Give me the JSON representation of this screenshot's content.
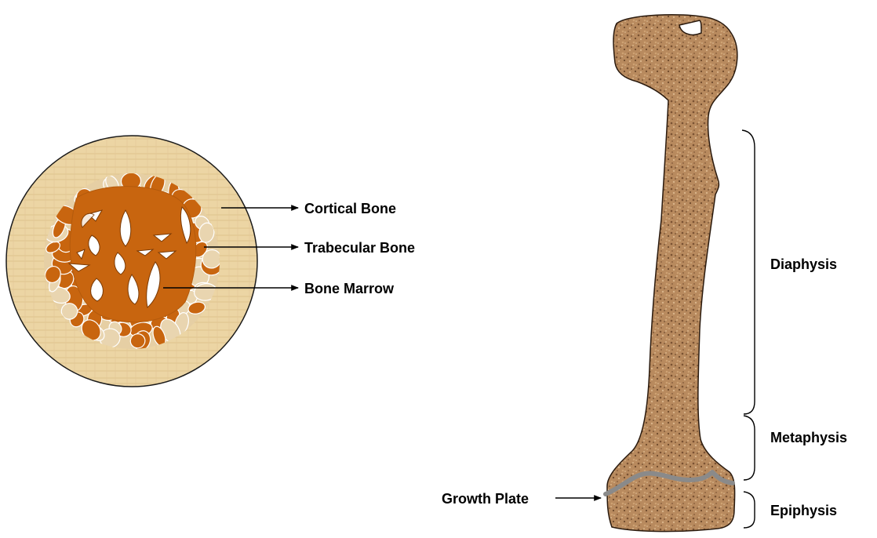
{
  "cross_section": {
    "labels": {
      "cortical": "Cortical Bone",
      "trabecular": "Trabecular Bone",
      "marrow": "Bone Marrow"
    }
  },
  "long_bone": {
    "labels": {
      "diaphysis": "Diaphysis",
      "metaphysis": "Metaphysis",
      "epiphysis": "Epiphysis",
      "growth_plate": "Growth Plate"
    }
  },
  "colors": {
    "cortical_fill": "#ecd5a4",
    "cortical_stroke": "#1a1a1a",
    "marrow_fill": "#c8650f",
    "trabecular_stroke": "#ffffff",
    "bone_fill": "#b88a5e",
    "bone_speckle_dark": "#7a5232",
    "bone_speckle_light": "#d9b48a",
    "growth_plate": "#8a8a8a",
    "annotation": "#000000"
  }
}
